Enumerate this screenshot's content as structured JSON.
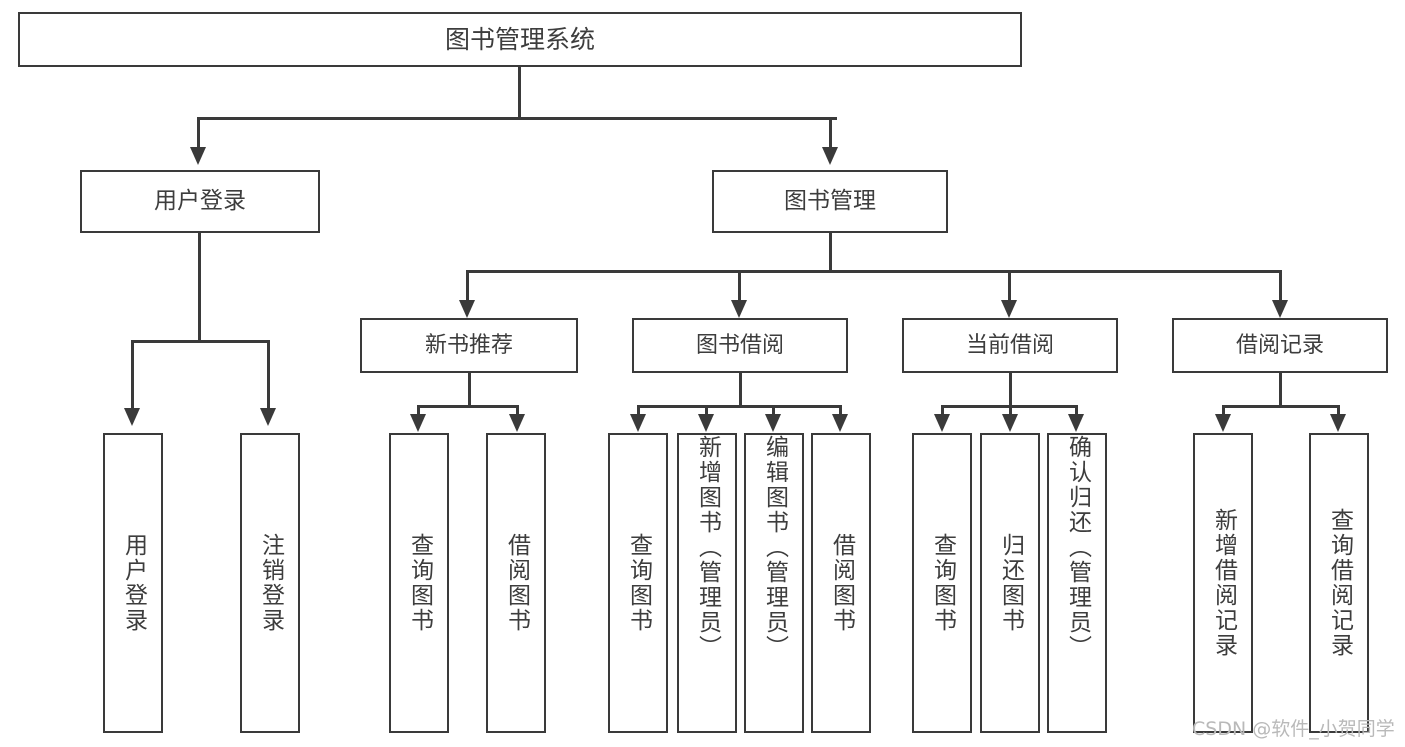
{
  "diagram": {
    "type": "tree",
    "title": "图书管理系统",
    "root": {
      "label": "图书管理系统"
    },
    "level1": [
      {
        "label": "用户登录"
      },
      {
        "label": "图书管理"
      }
    ],
    "level2": [
      {
        "label": "新书推荐"
      },
      {
        "label": "图书借阅"
      },
      {
        "label": "当前借阅"
      },
      {
        "label": "借阅记录"
      }
    ],
    "leaves": {
      "user_login": [
        {
          "label": "用户登录"
        },
        {
          "label": "注销登录"
        }
      ],
      "new_book_recommend": [
        {
          "label": "查询图书"
        },
        {
          "label": "借阅图书"
        }
      ],
      "book_borrow": [
        {
          "label": "查询图书"
        },
        {
          "label": "新增图书（管理员）"
        },
        {
          "label": "编辑图书（管理员）"
        },
        {
          "label": "借阅图书"
        }
      ],
      "current_borrow": [
        {
          "label": "查询图书"
        },
        {
          "label": "归还图书"
        },
        {
          "label": "确认归还（管理员）"
        }
      ],
      "borrow_record": [
        {
          "label": "新增借阅记录"
        },
        {
          "label": "查询借阅记录"
        }
      ]
    }
  },
  "watermark": {
    "text": "CSDN @软件_小贺同学"
  },
  "colors": {
    "border": "#3a3a3a",
    "text": "#3d3d3d",
    "background": "#ffffff",
    "watermark": "#b9b9b9"
  }
}
